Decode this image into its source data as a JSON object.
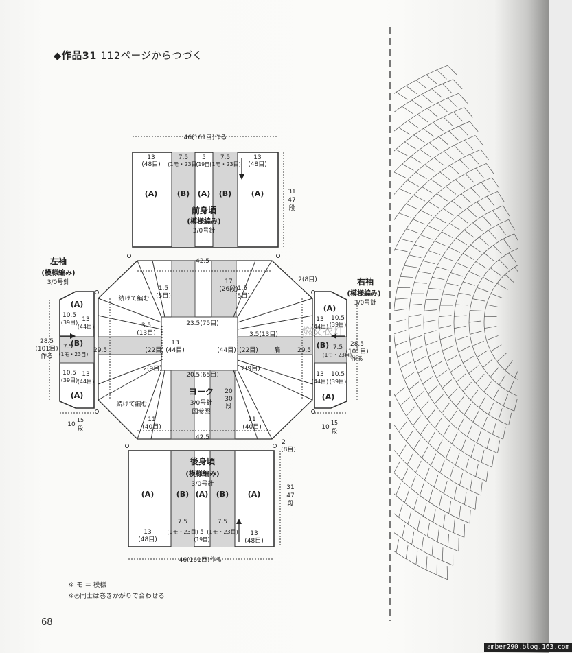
{
  "header": {
    "bullet": "◆",
    "title": "作品31",
    "subtitle": "112ページからつづく"
  },
  "front": {
    "width_label": "46(161目)作る",
    "name": "前身頃",
    "pattern": "(模様編み)",
    "needle": "3/0号針",
    "height": "31",
    "height_rows": "47",
    "height_unit": "段",
    "cols": [
      {
        "w": "13",
        "st": "(48目)"
      },
      {
        "w": "7.5",
        "st": "(1モ・23目)"
      },
      {
        "w": "5",
        "st": "(19目)"
      },
      {
        "w": "7.5",
        "st": "(1モ・23目)"
      },
      {
        "w": "13",
        "st": "(48目)"
      }
    ],
    "sections": [
      "(A)",
      "(B)",
      "(A)",
      "(B)",
      "(A)"
    ]
  },
  "back": {
    "width_label": "46(161目)作る",
    "name": "後身頃",
    "pattern": "(模様編み)",
    "needle": "3/0号針",
    "height": "31",
    "height_rows": "47",
    "height_unit": "段",
    "cols": [
      {
        "w": "13",
        "st": "(48目)"
      },
      {
        "w": "7.5",
        "st": "(1モ・23目)"
      },
      {
        "w": "5",
        "st": "(19目)"
      },
      {
        "w": "7.5",
        "st": "(1モ・23目)"
      },
      {
        "w": "13",
        "st": "(48目)"
      }
    ],
    "sections": [
      "(A)",
      "(B)",
      "(A)",
      "(B)",
      "(A)"
    ],
    "gap": "2",
    "gap_st": "(8目)"
  },
  "yoke": {
    "name": "ヨーク",
    "needle": "3/0号針",
    "ref": "図参照",
    "top_width": "42.5",
    "bottom_width": "42.5",
    "inner_top": "23.5(75目)",
    "inner_bottom": "20.5(65目)",
    "rows": "20",
    "rows2": "30",
    "rows_unit": "段",
    "cont1": "続けて編む",
    "cont2": "続けて編む",
    "m15": "1.5",
    "m15st": "(5目)",
    "m17": "17",
    "m17rows": "(26段)",
    "m15b": "1.5",
    "m15bst": "(5目)",
    "m35": "3.5",
    "m35st": "(13目)",
    "m13": "13",
    "m13st": "(44目)",
    "m22": "(22目)",
    "m2": "2(9目)",
    "m11": "11",
    "m11st": "(40目)",
    "m11b": "11",
    "m11bst": "(40目)",
    "m2b": "2(9目)",
    "r35": "3.5(13目)",
    "r22": "(22目)",
    "shoulder": "肩",
    "r13": "(44目)",
    "w295": "29.5",
    "w295b": "29.5",
    "m2c": "2(8目)",
    "m2d": "2(9目)"
  },
  "left_sleeve": {
    "name": "左袖",
    "pattern": "(模様編み)",
    "needle": "3/0号針",
    "length": "28.5",
    "length_st": "(101目)",
    "make": "作る",
    "a_top": "(A)",
    "b": "(B)",
    "a_bot": "(A)",
    "v1": "10.5",
    "v1st": "(39目)",
    "v2": "7.5",
    "v2st": "(1モ・23目)",
    "v3": "10.5",
    "v3st": "(39目)",
    "side": "13",
    "side_rows": "(44目)",
    "side2": "13",
    "side2_rows": "(44目)",
    "cuff": "10",
    "cuff_rows": "15",
    "cuff_unit": "段"
  },
  "right_sleeve": {
    "name": "右袖",
    "pattern": "(模様編み)",
    "needle": "3/0号針",
    "length": "28.5",
    "length_st": "(101目)",
    "make": "作る",
    "top": "2(8目)",
    "a_top": "(A)",
    "b": "(B)",
    "a_bot": "(A)",
    "v1": "10.5",
    "v1st": "(39目)",
    "v2": "7.5",
    "v2st": "(1モ・23目)",
    "v3": "10.5",
    "v3st": "(39目)",
    "side": "13",
    "side_rows": "(44目)",
    "side2": "13",
    "side2_rows": "(44目)",
    "cuff": "10",
    "cuff_rows": "15",
    "cuff_unit": "段"
  },
  "notes": [
    "※ モ ＝ 模様",
    "※◎同士は巻きかがりで合わせる"
  ],
  "page_number": "68",
  "watermark": "燃文衣灯",
  "credit": "amber290.blog.163.com",
  "colors": {
    "shaded": "#d9d9d9",
    "line": "#333333",
    "paper": "#fbfbf9"
  }
}
